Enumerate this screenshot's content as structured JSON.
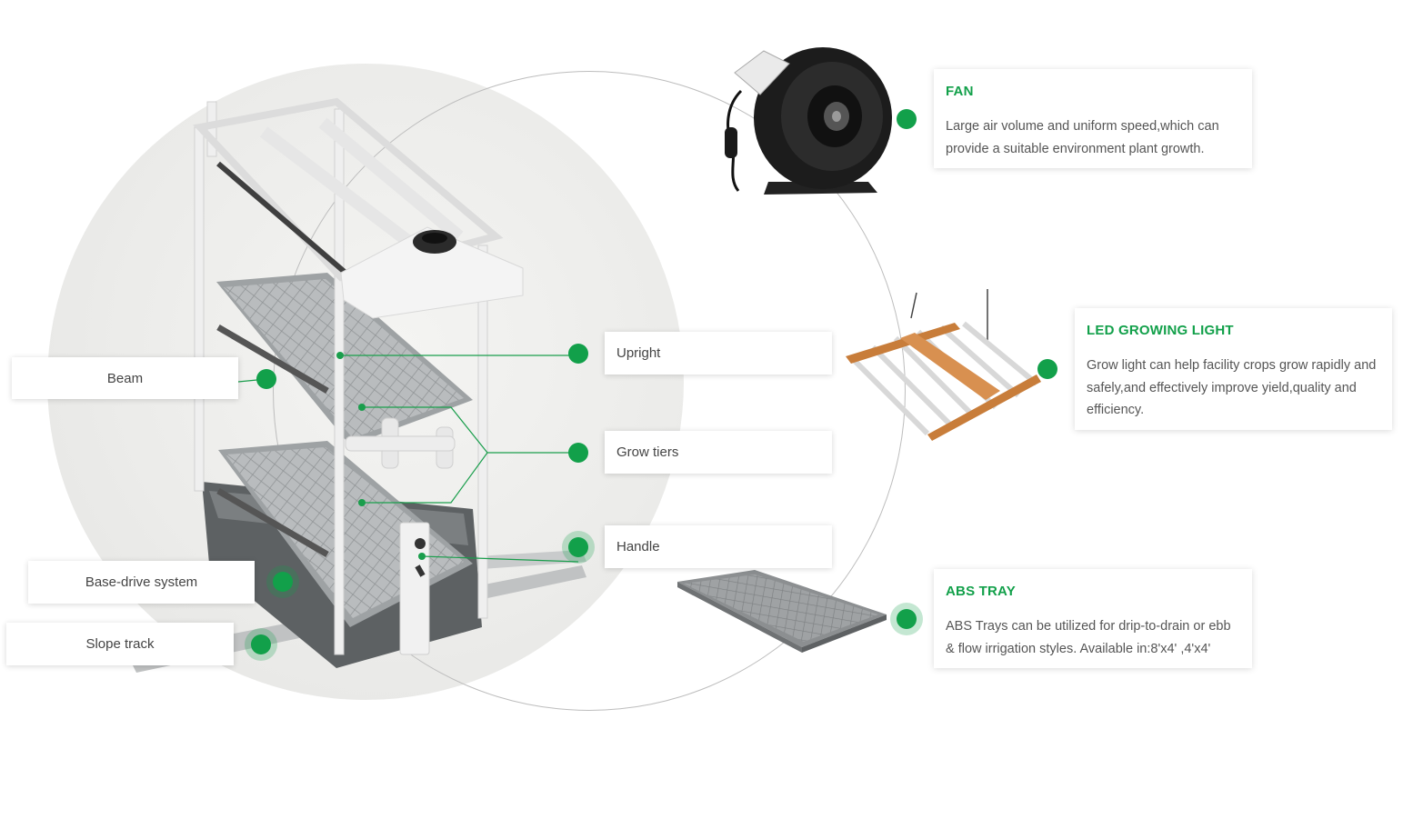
{
  "labels": {
    "beam": "Beam",
    "upright": "Upright",
    "grow_tiers": "Grow tiers",
    "handle": "Handle",
    "base_drive": "Base-drive system",
    "slope_track": "Slope track"
  },
  "cards": {
    "fan": {
      "title": "FAN",
      "text": "Large air volume and uniform speed,which can provide a suitable environment plant growth."
    },
    "led": {
      "title": "LED GROWING LIGHT",
      "text": "Grow light can help facility crops grow rapidly and safely,and effectively improve yield,quality and efficiency."
    },
    "tray": {
      "title": "ABS TRAY",
      "text": "ABS Trays can be utilized for drip-to-drain or ebb & flow irrigation styles. Available in:8'x4' ,4'x4'"
    }
  },
  "colors": {
    "accent": "#12a04a",
    "led_bar": "#c87d3a"
  },
  "icons": [
    "fan-image",
    "led-light-image",
    "abs-tray-image",
    "grow-rack-image"
  ]
}
